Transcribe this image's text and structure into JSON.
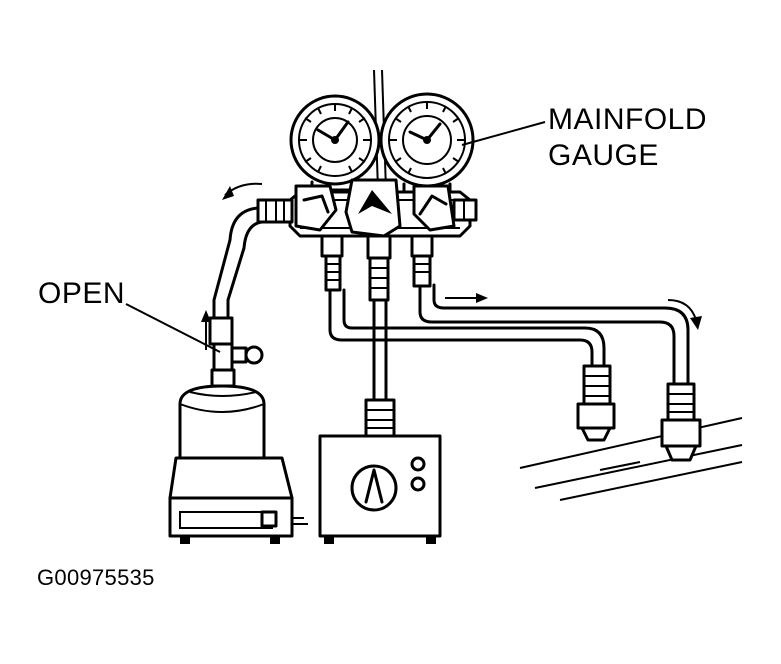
{
  "labels": {
    "mainfold_line1": "MAINFOLD",
    "mainfold_line2": "GAUGE",
    "open": "OPEN",
    "figure_id": "G00975535"
  },
  "colors": {
    "ink": "#000000",
    "paper": "#ffffff"
  }
}
